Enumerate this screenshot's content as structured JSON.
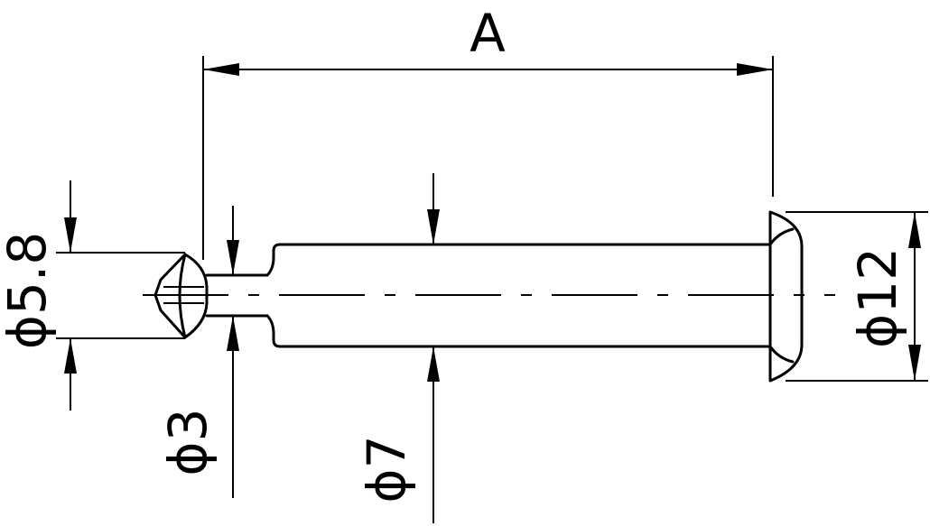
{
  "dimensions": {
    "length": {
      "label": "A"
    },
    "head_diameter": {
      "label": "ϕ12"
    },
    "shank_diameter": {
      "label": "ϕ7"
    },
    "neck_diameter": {
      "label": "ϕ3"
    },
    "ball_diameter": {
      "label": "ϕ5.8"
    }
  },
  "colors": {
    "line": "#000000",
    "background": "#ffffff"
  }
}
